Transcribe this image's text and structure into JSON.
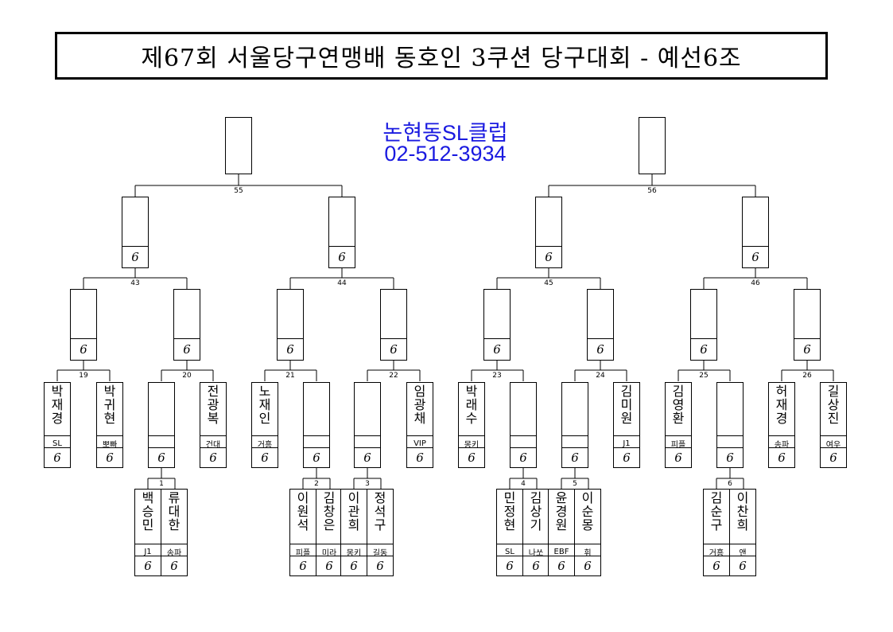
{
  "title": "제67회 서울당구연맹배 동호인 3쿠션 당구대회 - 예선6조",
  "club": {
    "name": "논현동SL클럽",
    "phone": "02-512-3934"
  },
  "score_mark": "6",
  "players": {
    "p1": {
      "name": "박재경",
      "club": "SL"
    },
    "p2": {
      "name": "박귀현",
      "club": "뽀빠"
    },
    "p3": {
      "name": "전광복",
      "club": "건대"
    },
    "p4": {
      "name": "노재인",
      "club": "거흥"
    },
    "p5": {
      "name": "임광채",
      "club": "VIP"
    },
    "p6": {
      "name": "박래수",
      "club": "몽키"
    },
    "p7": {
      "name": "김미원",
      "club": "J1"
    },
    "p8": {
      "name": "김영환",
      "club": "피플"
    },
    "p9": {
      "name": "허재경",
      "club": "송파"
    },
    "p10": {
      "name": "길상진",
      "club": "여우"
    },
    "p11": {
      "name": "백승민",
      "club": "J1"
    },
    "p12": {
      "name": "류대한",
      "club": "송파"
    },
    "p13": {
      "name": "이원석",
      "club": "피플"
    },
    "p14": {
      "name": "김창은",
      "club": "미라"
    },
    "p15": {
      "name": "이관희",
      "club": "몽키"
    },
    "p16": {
      "name": "정석구",
      "club": "길동"
    },
    "p17": {
      "name": "민정현",
      "club": "SL"
    },
    "p18": {
      "name": "김상기",
      "club": "나쏘"
    },
    "p19": {
      "name": "윤경원",
      "club": "EBF"
    },
    "p20": {
      "name": "이순몽",
      "club": "휘"
    },
    "p21": {
      "name": "김순구",
      "club": "거흥"
    },
    "p22": {
      "name": "이찬희",
      "club": "앤"
    }
  },
  "match_labels": {
    "m1": "1",
    "m2": "2",
    "m3": "3",
    "m4": "4",
    "m5": "5",
    "m6": "6",
    "m19": "19",
    "m20": "20",
    "m21": "21",
    "m22": "22",
    "m23": "23",
    "m24": "24",
    "m25": "25",
    "m26": "26",
    "m43": "43",
    "m44": "44",
    "m45": "45",
    "m46": "46",
    "m55": "55",
    "m56": "56"
  }
}
